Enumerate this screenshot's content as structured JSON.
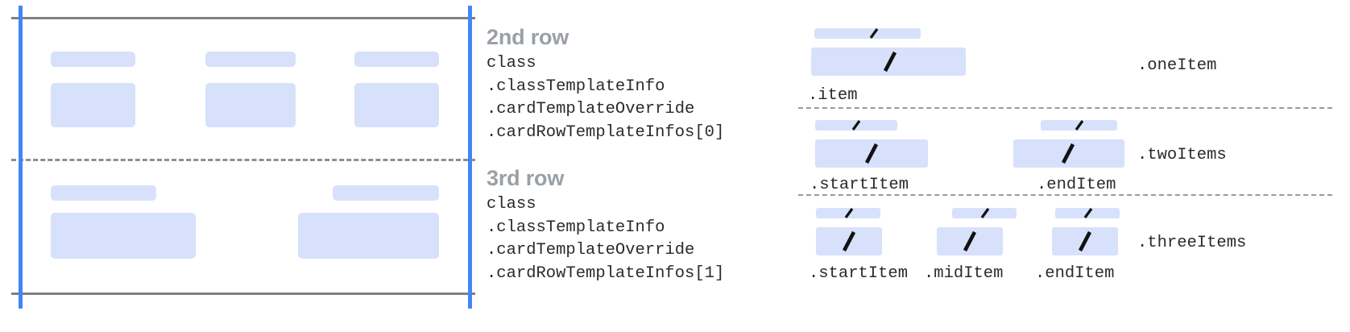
{
  "left_diagram": {
    "name": "card-row-placeholder-diagram",
    "colors": {
      "placeholder": "#d7e1fb",
      "guide_line": "#4285f4",
      "rule": "#808080",
      "dashed_rule": "#8e8e8e"
    },
    "rows": [
      {
        "name": "2nd row",
        "columns": [
          {
            "title_bar": true,
            "body_box": true
          },
          {
            "title_bar": true,
            "body_box": true
          },
          {
            "title_bar": true,
            "body_box": true
          }
        ]
      },
      {
        "name": "3rd row",
        "columns": [
          {
            "title_bar": true,
            "body_box": true
          },
          {
            "title_bar": true,
            "body_box": true
          }
        ]
      }
    ]
  },
  "annotations": [
    {
      "title": "2nd row",
      "code": [
        "class",
        ".classTemplateInfo",
        ".cardTemplateOverride",
        ".cardRowTemplateInfos[0]"
      ]
    },
    {
      "title": "3rd row",
      "code": [
        "class",
        ".classTemplateInfo",
        ".cardTemplateOverride",
        ".cardRowTemplateInfos[1]"
      ]
    }
  ],
  "right_diagram": {
    "name": "row-item-layout-variants",
    "variants": [
      {
        "group_label": ".oneItem",
        "items": [
          {
            "label": ".item",
            "glyph": "/"
          }
        ]
      },
      {
        "group_label": ".twoItems",
        "items": [
          {
            "label": ".startItem",
            "glyph": "/"
          },
          {
            "label": ".endItem",
            "glyph": "/"
          }
        ]
      },
      {
        "group_label": ".threeItems",
        "items": [
          {
            "label": ".startItem",
            "glyph": "/"
          },
          {
            "label": ".midItem",
            "glyph": "/"
          },
          {
            "label": ".endItem",
            "glyph": "/"
          }
        ]
      }
    ]
  }
}
